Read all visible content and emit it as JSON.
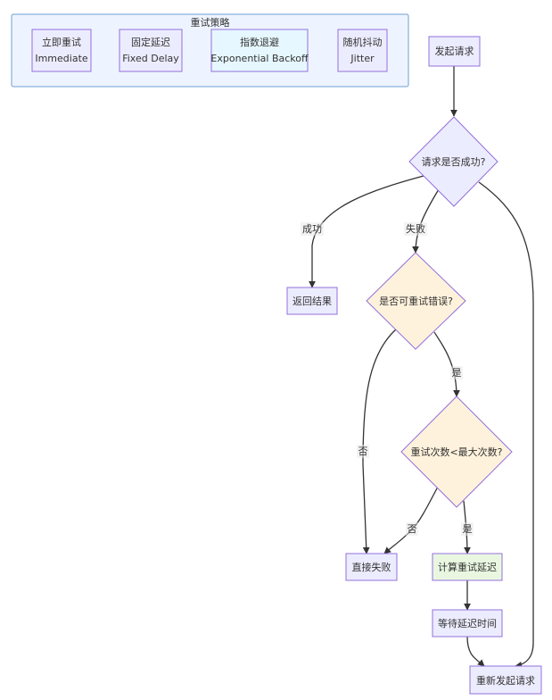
{
  "group": {
    "title": "重试策略",
    "items": [
      {
        "line1": "立即重试",
        "line2": "Immediate"
      },
      {
        "line1": "固定延迟",
        "line2": "Fixed Delay"
      },
      {
        "line1": "指数退避",
        "line2": "Exponential Backoff"
      },
      {
        "line1": "随机抖动",
        "line2": "Jitter"
      }
    ]
  },
  "nodes": {
    "start": "发起请求",
    "is_success": "请求是否成功?",
    "return_result": "返回结果",
    "retryable": "是否可重试错误?",
    "retry_count": "重试次数<最大次数?",
    "fail_direct": "直接失败",
    "calc_delay": "计算重试延迟",
    "wait_delay": "等待延迟时间",
    "resend": "重新发起请求"
  },
  "edges": {
    "success": "成功",
    "fail": "失败",
    "yes1": "是",
    "no1": "否",
    "no2": "否",
    "yes2": "是"
  },
  "colors": {
    "node_fill": "#ECECFF",
    "node_stroke": "#9370DB",
    "decision_fill": "#FFF2DC",
    "green_fill": "#E9F7E1",
    "blue_fill": "#E6F7FF",
    "group_fill": "#EEF4FF",
    "group_stroke": "#6E9FD3",
    "edge": "#333333"
  }
}
